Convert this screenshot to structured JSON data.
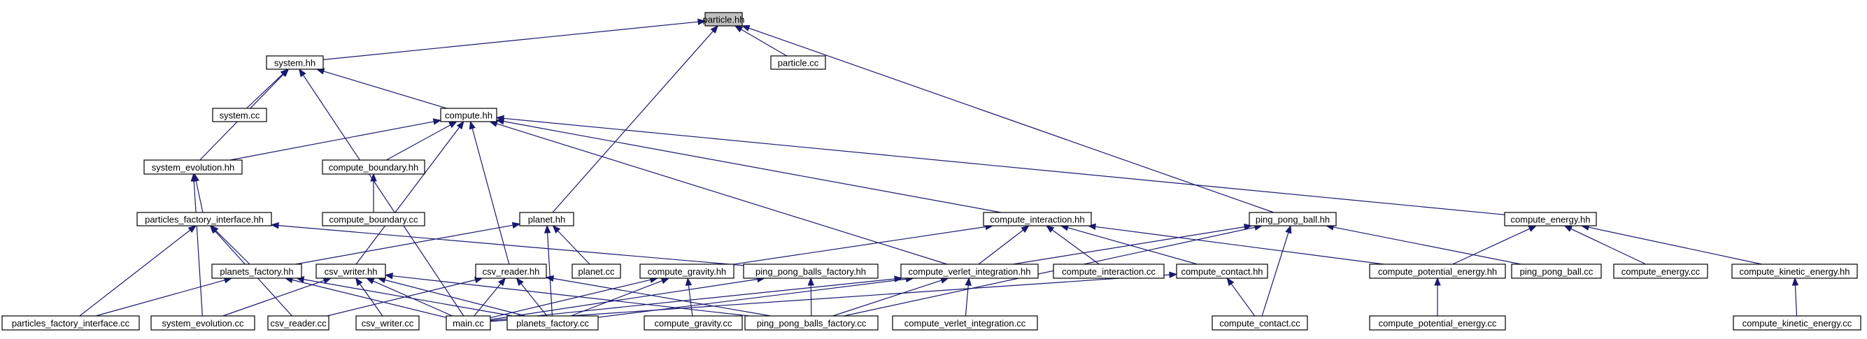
{
  "colors": {
    "edge": "#191970",
    "root_fill": "#bfbfbf",
    "node_fill": "#ffffff",
    "node_border": "#000000"
  },
  "nodes": [
    {
      "id": "particle_hh",
      "label": "particle.hh",
      "root": true
    },
    {
      "id": "system_hh",
      "label": "system.hh"
    },
    {
      "id": "particle_cc",
      "label": "particle.cc"
    },
    {
      "id": "system_cc",
      "label": "system.cc"
    },
    {
      "id": "compute_hh",
      "label": "compute.hh"
    },
    {
      "id": "system_evolution_hh",
      "label": "system_evolution.hh"
    },
    {
      "id": "compute_boundary_hh",
      "label": "compute_boundary.hh"
    },
    {
      "id": "compute_boundary_cc",
      "label": "compute_boundary.cc"
    },
    {
      "id": "particles_factory_interface_hh",
      "label": "particles_factory_interface.hh"
    },
    {
      "id": "planet_hh",
      "label": "planet.hh"
    },
    {
      "id": "compute_interaction_hh",
      "label": "compute_interaction.hh"
    },
    {
      "id": "ping_pong_ball_hh",
      "label": "ping_pong_ball.hh"
    },
    {
      "id": "compute_energy_hh",
      "label": "compute_energy.hh"
    },
    {
      "id": "planets_factory_hh",
      "label": "planets_factory.hh"
    },
    {
      "id": "csv_writer_hh",
      "label": "csv_writer.hh"
    },
    {
      "id": "csv_reader_hh",
      "label": "csv_reader.hh"
    },
    {
      "id": "planet_cc",
      "label": "planet.cc"
    },
    {
      "id": "compute_gravity_hh",
      "label": "compute_gravity.hh"
    },
    {
      "id": "ping_pong_balls_factory_hh",
      "label": "ping_pong_balls_factory.hh"
    },
    {
      "id": "compute_verlet_integration_hh",
      "label": "compute_verlet_integration.hh"
    },
    {
      "id": "compute_interaction_cc",
      "label": "compute_interaction.cc"
    },
    {
      "id": "compute_contact_hh",
      "label": "compute_contact.hh"
    },
    {
      "id": "compute_potential_energy_hh",
      "label": "compute_potential_energy.hh"
    },
    {
      "id": "ping_pong_ball_cc",
      "label": "ping_pong_ball.cc"
    },
    {
      "id": "compute_energy_cc",
      "label": "compute_energy.cc"
    },
    {
      "id": "compute_kinetic_energy_hh",
      "label": "compute_kinetic_energy.hh"
    },
    {
      "id": "particles_factory_interface_cc",
      "label": "particles_factory_interface.cc"
    },
    {
      "id": "system_evolution_cc",
      "label": "system_evolution.cc"
    },
    {
      "id": "csv_reader_cc",
      "label": "csv_reader.cc"
    },
    {
      "id": "csv_writer_cc",
      "label": "csv_writer.cc"
    },
    {
      "id": "main_cc",
      "label": "main.cc"
    },
    {
      "id": "planets_factory_cc",
      "label": "planets_factory.cc"
    },
    {
      "id": "compute_gravity_cc",
      "label": "compute_gravity.cc"
    },
    {
      "id": "ping_pong_balls_factory_cc",
      "label": "ping_pong_balls_factory.cc"
    },
    {
      "id": "compute_verlet_integration_cc",
      "label": "compute_verlet_integration.cc"
    },
    {
      "id": "compute_contact_cc",
      "label": "compute_contact.cc"
    },
    {
      "id": "compute_potential_energy_cc",
      "label": "compute_potential_energy.cc"
    },
    {
      "id": "compute_kinetic_energy_cc",
      "label": "compute_kinetic_energy.cc"
    }
  ],
  "edges": [
    [
      "system_hh",
      "particle_hh"
    ],
    [
      "particle_cc",
      "particle_hh"
    ],
    [
      "planet_hh",
      "particle_hh"
    ],
    [
      "ping_pong_ball_hh",
      "particle_hh"
    ],
    [
      "system_cc",
      "system_hh"
    ],
    [
      "compute_hh",
      "system_hh"
    ],
    [
      "system_evolution_hh",
      "system_hh"
    ],
    [
      "main_cc",
      "system_hh"
    ],
    [
      "system_evolution_hh",
      "compute_hh"
    ],
    [
      "compute_boundary_hh",
      "compute_hh"
    ],
    [
      "compute_interaction_hh",
      "compute_hh"
    ],
    [
      "compute_energy_hh",
      "compute_hh"
    ],
    [
      "csv_writer_hh",
      "compute_hh"
    ],
    [
      "csv_reader_hh",
      "compute_hh"
    ],
    [
      "compute_verlet_integration_hh",
      "compute_hh"
    ],
    [
      "compute_boundary_cc",
      "compute_boundary_hh"
    ],
    [
      "particles_factory_interface_hh",
      "system_evolution_hh"
    ],
    [
      "system_evolution_cc",
      "system_evolution_hh"
    ],
    [
      "planets_factory_hh",
      "particles_factory_interface_hh"
    ],
    [
      "ping_pong_balls_factory_hh",
      "particles_factory_interface_hh"
    ],
    [
      "particles_factory_interface_cc",
      "particles_factory_interface_hh"
    ],
    [
      "csv_reader_cc",
      "particles_factory_interface_hh"
    ],
    [
      "planets_factory_hh",
      "planet_hh"
    ],
    [
      "planet_cc",
      "planet_hh"
    ],
    [
      "planets_factory_cc",
      "planet_hh"
    ],
    [
      "compute_gravity_hh",
      "compute_interaction_hh"
    ],
    [
      "compute_verlet_integration_hh",
      "compute_interaction_hh"
    ],
    [
      "compute_interaction_cc",
      "compute_interaction_hh"
    ],
    [
      "compute_contact_hh",
      "compute_interaction_hh"
    ],
    [
      "compute_potential_energy_hh",
      "compute_interaction_hh"
    ],
    [
      "compute_verlet_integration_hh",
      "ping_pong_ball_hh"
    ],
    [
      "ping_pong_ball_cc",
      "ping_pong_ball_hh"
    ],
    [
      "compute_contact_cc",
      "ping_pong_ball_hh"
    ],
    [
      "ping_pong_balls_factory_cc",
      "ping_pong_ball_hh"
    ],
    [
      "compute_potential_energy_hh",
      "compute_energy_hh"
    ],
    [
      "compute_energy_cc",
      "compute_energy_hh"
    ],
    [
      "compute_kinetic_energy_hh",
      "compute_energy_hh"
    ],
    [
      "particles_factory_interface_cc",
      "planets_factory_hh"
    ],
    [
      "main_cc",
      "planets_factory_hh"
    ],
    [
      "planets_factory_cc",
      "planets_factory_hh"
    ],
    [
      "system_evolution_cc",
      "csv_writer_hh"
    ],
    [
      "csv_writer_cc",
      "csv_writer_hh"
    ],
    [
      "main_cc",
      "csv_writer_hh"
    ],
    [
      "planets_factory_cc",
      "csv_writer_hh"
    ],
    [
      "ping_pong_balls_factory_cc",
      "csv_writer_hh"
    ],
    [
      "csv_reader_cc",
      "csv_reader_hh"
    ],
    [
      "main_cc",
      "csv_reader_hh"
    ],
    [
      "planets_factory_cc",
      "csv_reader_hh"
    ],
    [
      "ping_pong_balls_factory_cc",
      "csv_reader_hh"
    ],
    [
      "main_cc",
      "compute_gravity_hh"
    ],
    [
      "compute_gravity_cc",
      "compute_gravity_hh"
    ],
    [
      "planets_factory_cc",
      "compute_gravity_hh"
    ],
    [
      "main_cc",
      "ping_pong_balls_factory_hh"
    ],
    [
      "ping_pong_balls_factory_cc",
      "ping_pong_balls_factory_hh"
    ],
    [
      "main_cc",
      "compute_verlet_integration_hh"
    ],
    [
      "compute_verlet_integration_cc",
      "compute_verlet_integration_hh"
    ],
    [
      "planets_factory_cc",
      "compute_verlet_integration_hh"
    ],
    [
      "ping_pong_balls_factory_cc",
      "compute_verlet_integration_hh"
    ],
    [
      "compute_contact_cc",
      "compute_contact_hh"
    ],
    [
      "main_cc",
      "compute_contact_hh"
    ],
    [
      "compute_potential_energy_cc",
      "compute_potential_energy_hh"
    ],
    [
      "compute_kinetic_energy_cc",
      "compute_kinetic_energy_hh"
    ]
  ]
}
